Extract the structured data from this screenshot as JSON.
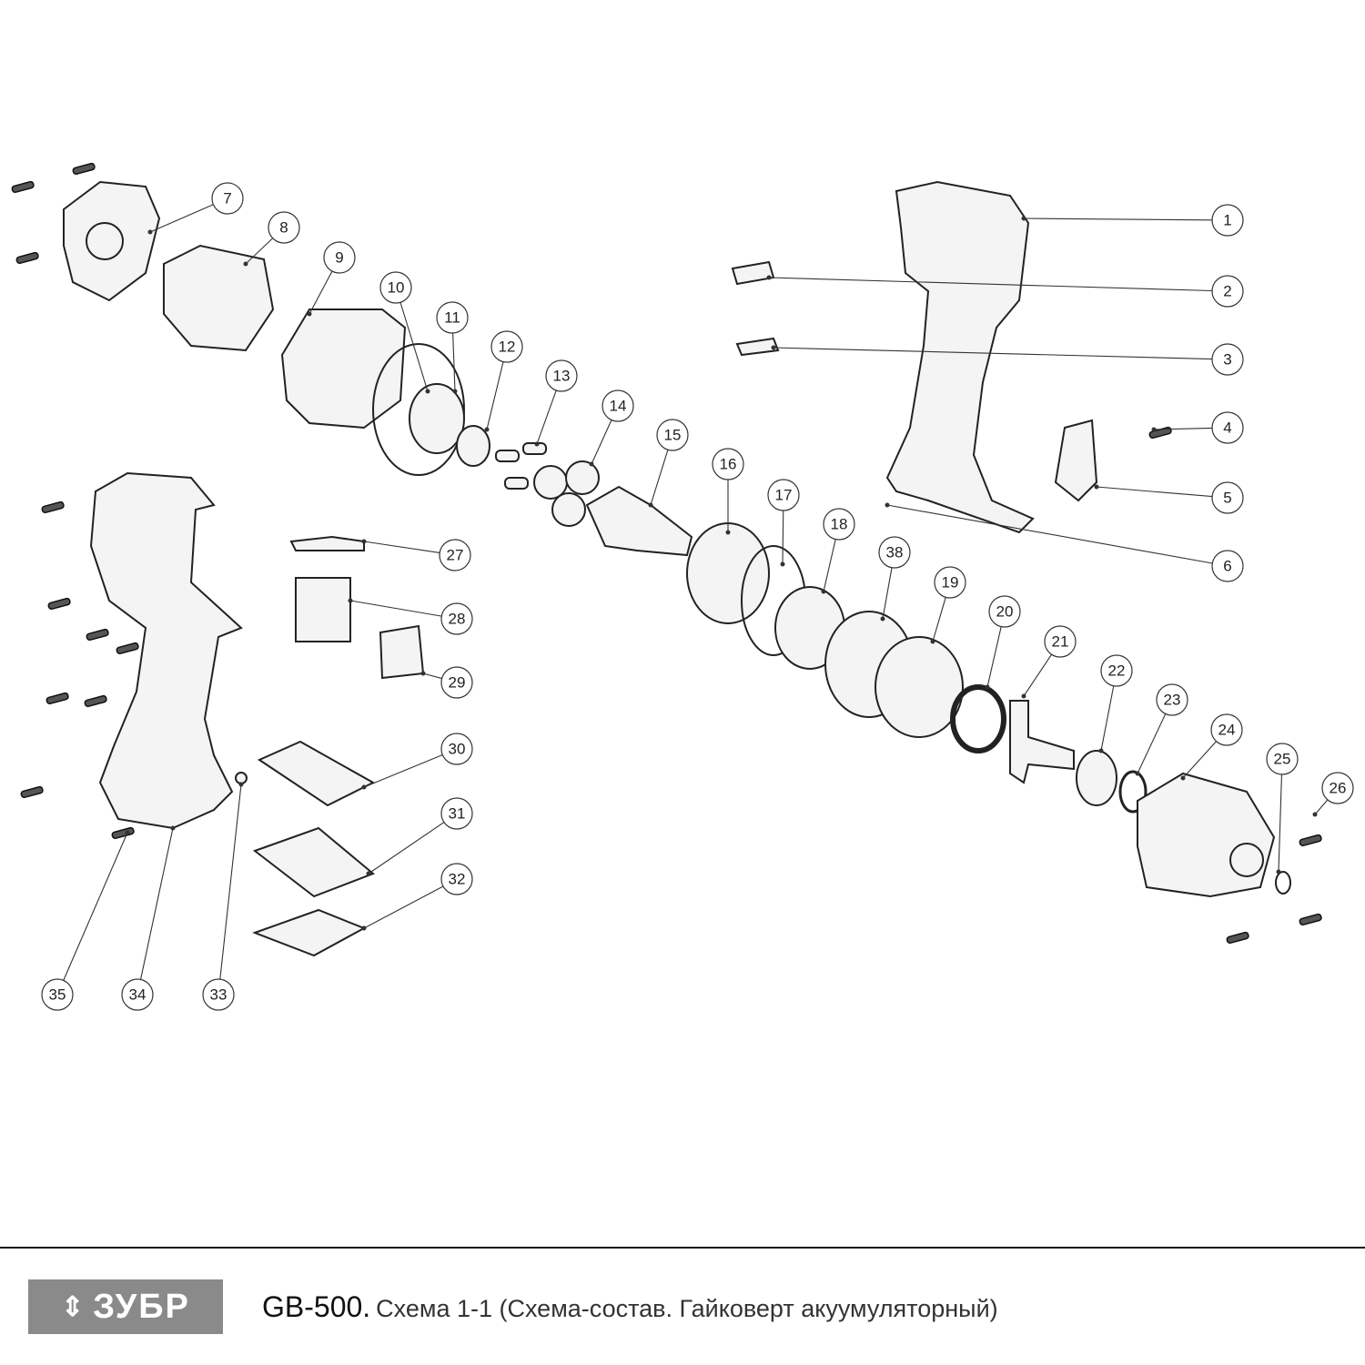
{
  "diagram": {
    "callouts": [
      "1",
      "2",
      "3",
      "4",
      "5",
      "6",
      "7",
      "8",
      "9",
      "10",
      "11",
      "12",
      "13",
      "14",
      "15",
      "16",
      "17",
      "18",
      "38",
      "19",
      "20",
      "21",
      "22",
      "23",
      "24",
      "25",
      "26",
      "27",
      "28",
      "29",
      "30",
      "31",
      "32",
      "33",
      "34",
      "35"
    ]
  },
  "footer": {
    "logo_text": "ЗУБР",
    "model": "GB-500.",
    "description": "Схема 1-1 (Схема-состав. Гайковерт акуумуляторный)"
  }
}
